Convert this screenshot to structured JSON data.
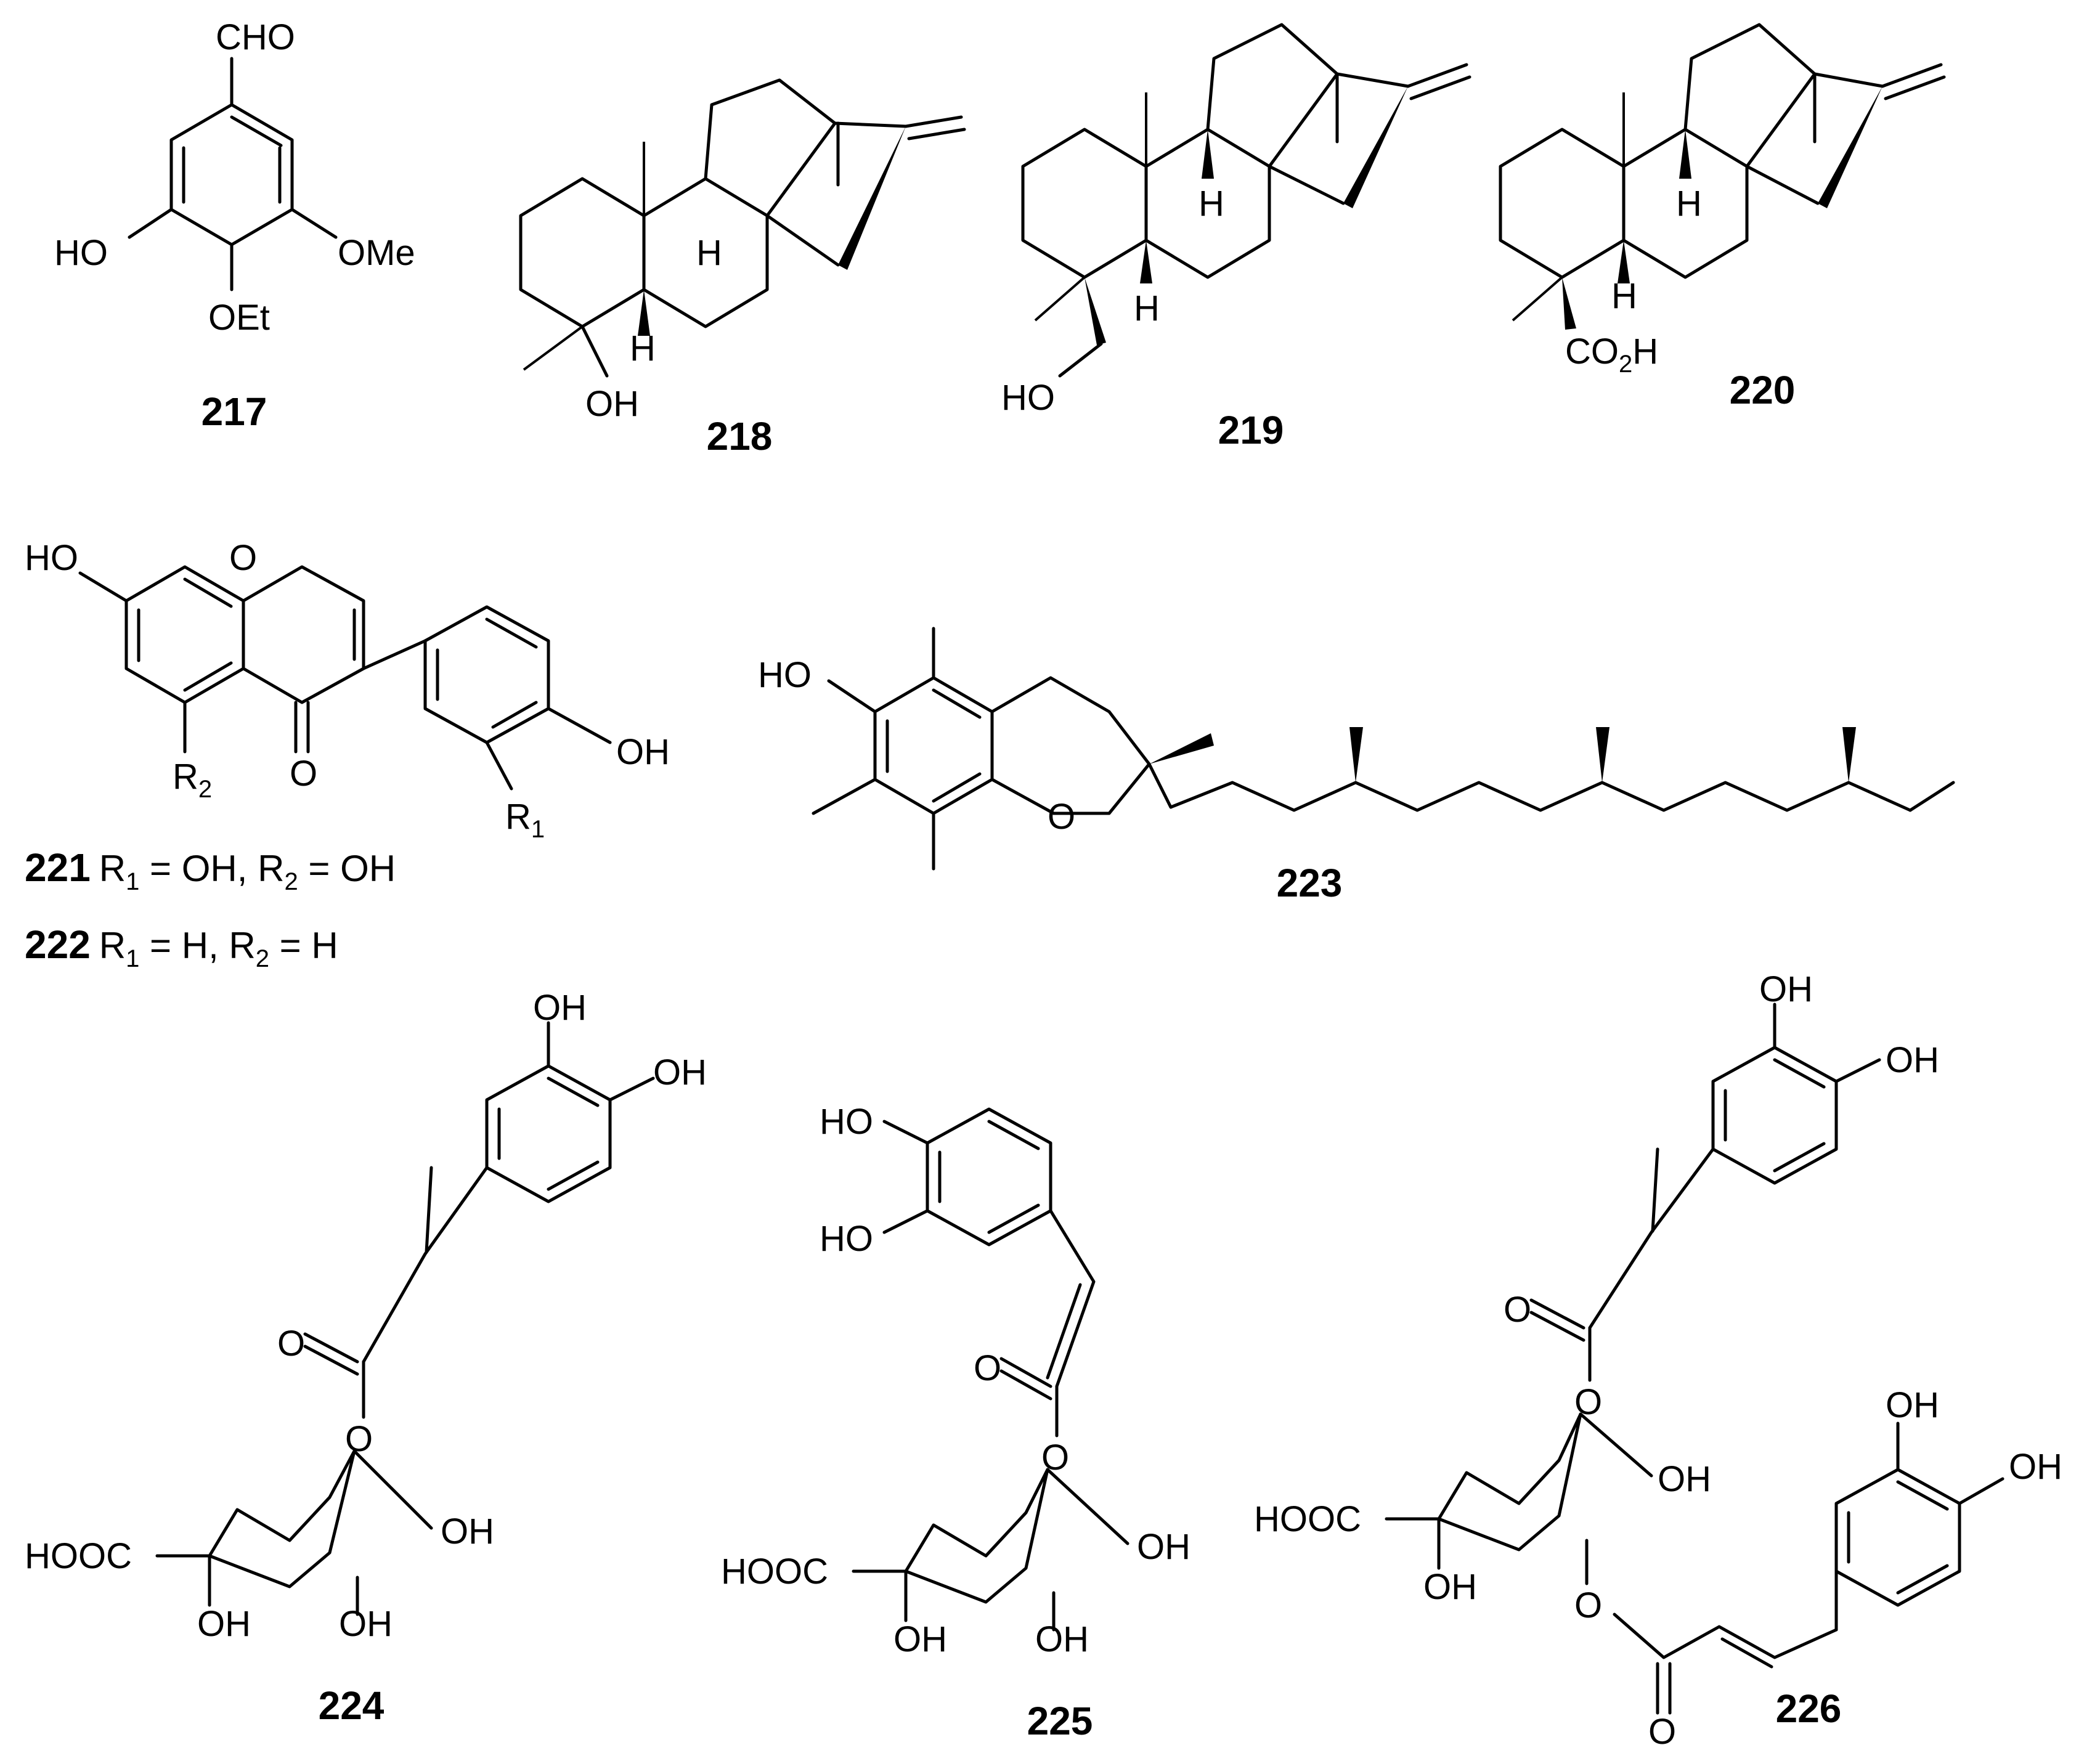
{
  "compound_numbers": {
    "c217": "217",
    "c218": "218",
    "c219": "219",
    "c220": "220",
    "c221": "221",
    "c222": "222",
    "c223": "223",
    "c224": "224",
    "c225": "225",
    "c226": "226"
  },
  "atom_labels": {
    "cho": "CHO",
    "ho": "HO",
    "ome": "OMe",
    "oet": "OEt",
    "oh": "OH",
    "h": "H",
    "o": "O",
    "cooh": "HOOC",
    "co2h_main": "CO",
    "co2h_sub": "2",
    "co2h_end": "H",
    "r": "R",
    "r1_sub": "1",
    "r2_sub": "2"
  },
  "legend": {
    "l221_text1": "R",
    "l221_sub1": "1",
    "l221_text2": " = OH, R",
    "l221_sub2": "2",
    "l221_text3": " = OH",
    "l222_text1": "R",
    "l222_sub1": "1",
    "l222_text2": " = H, R",
    "l222_sub2": "2",
    "l222_text3": " = H"
  }
}
